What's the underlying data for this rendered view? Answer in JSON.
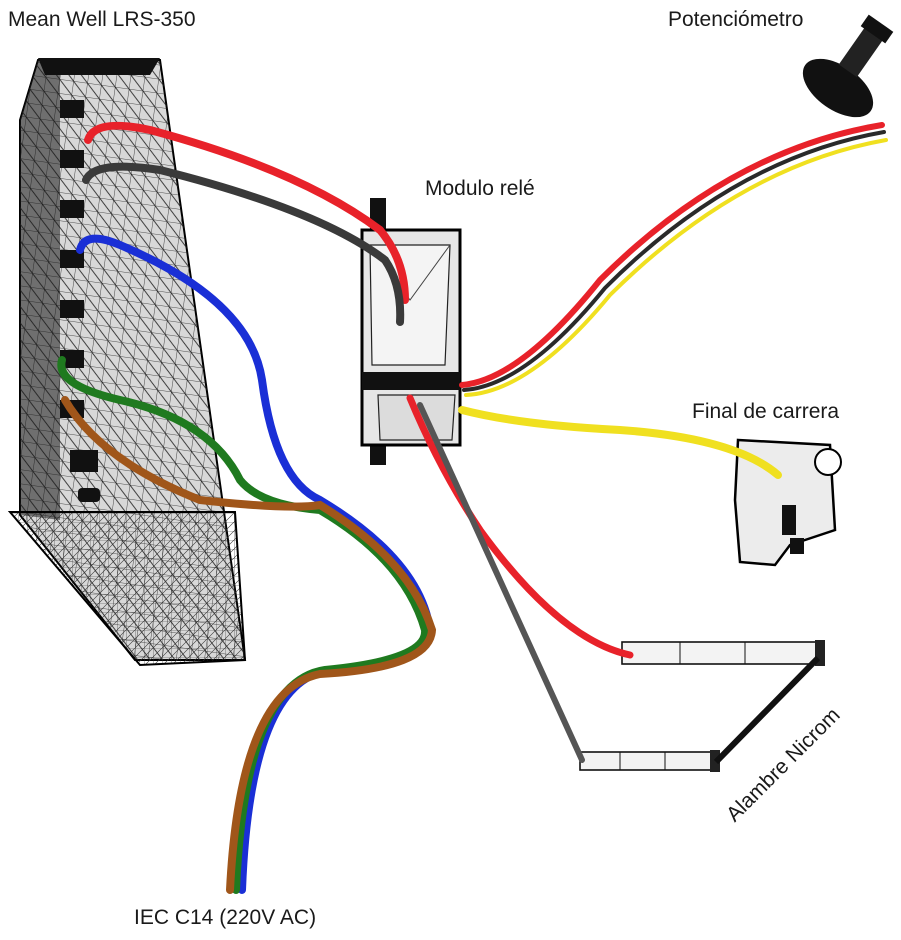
{
  "labels": {
    "power_supply": "Mean Well LRS-350",
    "potentiometer": "Potenciómetro",
    "relay_module": "Modulo relé",
    "limit_switch": "Final de carrera",
    "nichrome_wire": "Alambre Nicrom",
    "power_inlet": "IEC C14 (220V AC)"
  },
  "colors": {
    "wire_red": "#e8222a",
    "wire_black": "#3a3a3a",
    "wire_blue": "#1a2fd6",
    "wire_green": "#1f7a1f",
    "wire_brown": "#a0561a",
    "wire_yellow": "#f0e020",
    "outline": "#111111"
  }
}
